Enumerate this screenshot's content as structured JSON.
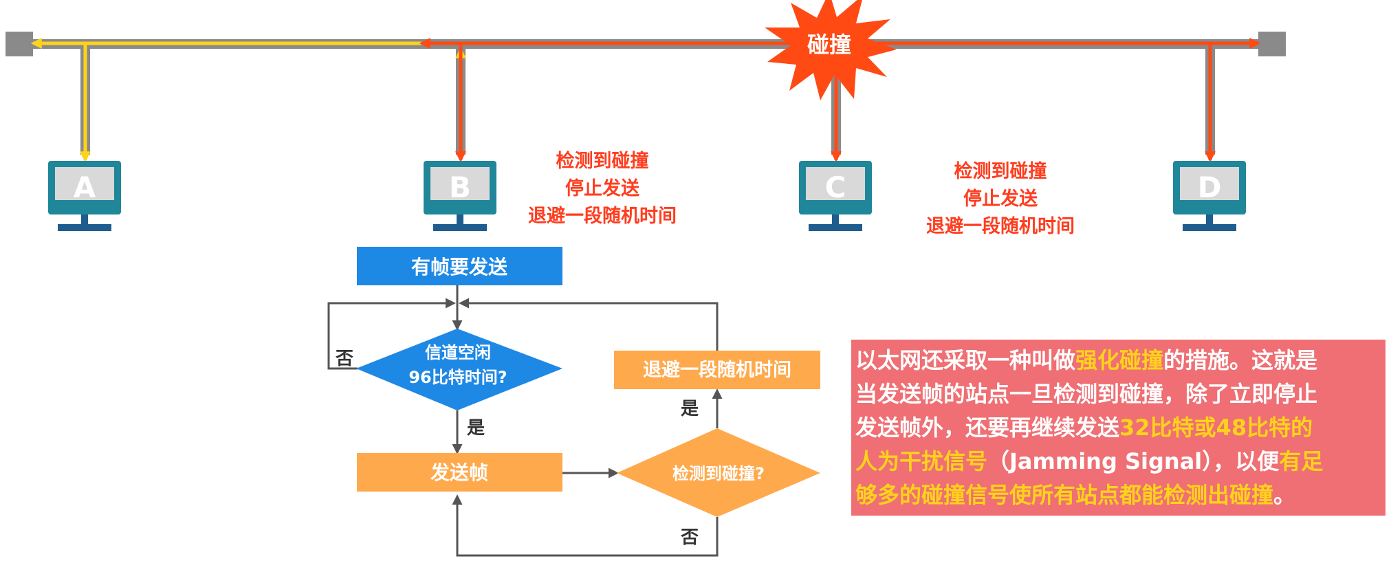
{
  "collision_label": "碰撞",
  "stations": [
    "A",
    "B",
    "C",
    "D"
  ],
  "note_b": [
    "检测到碰撞",
    "停止发送",
    "退避一段随机时间"
  ],
  "note_d": [
    "检测到碰撞",
    "停止发送",
    "退避一段随机时间"
  ],
  "flowchart": {
    "start": "有帧要发送",
    "channel_idle_line1": "信道空闲",
    "channel_idle_line2": "96比特时间?",
    "send_frame": "发送帧",
    "detect_collision": "检测到碰撞?",
    "backoff": "退避一段随机时间",
    "yes_idle": "是",
    "no_idle": "否",
    "yes_collision": "是",
    "no_collision": "否"
  },
  "info": {
    "line1_a": "以太网还采取一种叫做",
    "line1_b": "强化碰撞",
    "line1_c": "的措施。这就是",
    "line2": "当发送帧的站点一旦检测到碰撞，除了立即停止",
    "line3_a": "发送帧外，还要再继续发送",
    "line3_b": "32比特或48比特的",
    "line4_a": "人为干扰信号",
    "line4_b": "（Jamming Signal），以便",
    "line4_c": "有足",
    "line5_a": "够多的碰撞信号使所有站点都能检测出碰撞",
    "line5_b": "。"
  },
  "colors": {
    "bus": "#8a8a8a",
    "yellow_signal": "#ffd31a",
    "red_signal": "#ff4a14",
    "monitor": "#20869a",
    "stand": "#1f5d8f",
    "flow_blue": "#1e88e5",
    "flow_orange": "#ffa94d",
    "note_red": "#ff3d1f",
    "info_bg": "#ef6f74",
    "info_highlight": "#ffd31a"
  }
}
